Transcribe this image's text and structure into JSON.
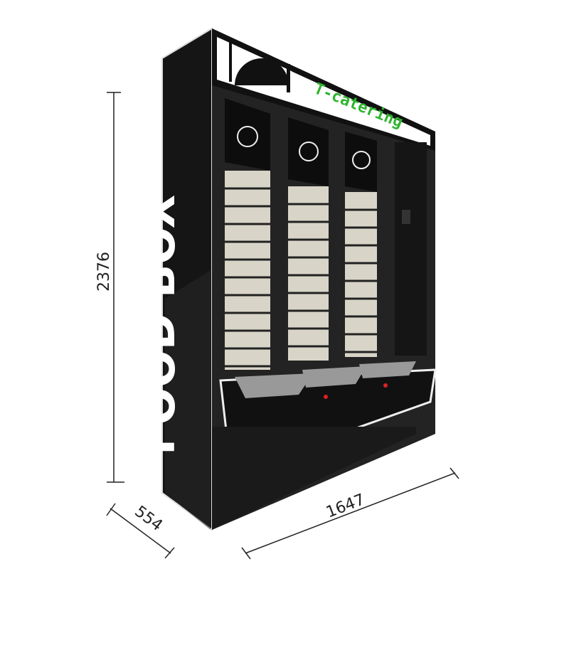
{
  "product": {
    "side_text": "FOOD BOX",
    "brand": "T-catering",
    "column_icons": [
      "plate-pig-icon",
      "plate-chicken-icon",
      "plate-fish-icon"
    ],
    "brand_color": "#2db52d",
    "body_color": "#1a1a1a"
  },
  "dimensions": {
    "height": "2376",
    "width": "1647",
    "depth": "554"
  }
}
